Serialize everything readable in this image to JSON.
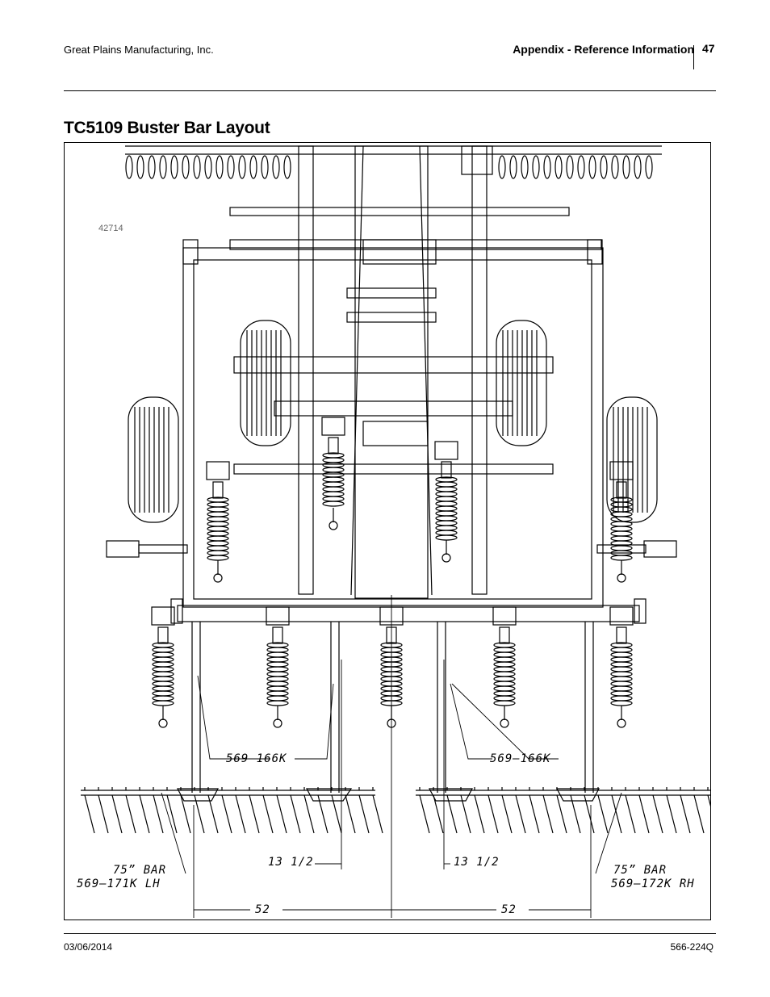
{
  "header": {
    "company": "Great Plains Manufacturing, Inc.",
    "section": "Appendix - Reference Information",
    "page": "47"
  },
  "title": "TC5109 Buster Bar Layout",
  "figure": {
    "figure_number": "42714",
    "callouts": {
      "part_left": "569–166K",
      "part_right": "569–166K",
      "dim_inner_left": "13 1/2",
      "dim_inner_right": "13 1/2",
      "bar_left_line1": "75” BAR",
      "bar_left_line2": "569–171K LH",
      "bar_right_line1": "75” BAR",
      "bar_right_line2": "569–172K RH",
      "dim_outer_left": "52",
      "dim_outer_right": "52"
    }
  },
  "footer": {
    "date": "03/06/2014",
    "doc_number": "566-224Q"
  }
}
